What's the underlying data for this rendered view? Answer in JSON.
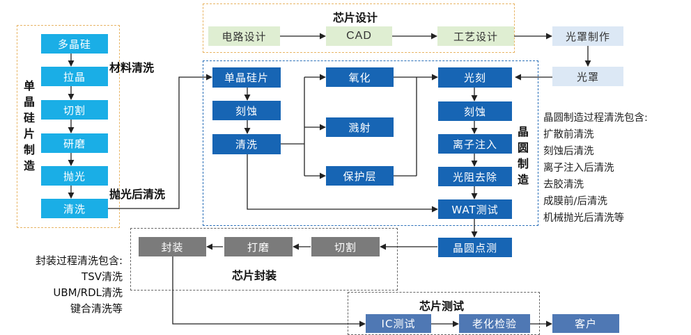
{
  "wafer_prep": {
    "vertical_label": "单晶硅片制造",
    "steps": [
      "多晶硅",
      "拉晶",
      "切割",
      "研磨",
      "抛光",
      "清洗"
    ],
    "material_clean_label": "材料清洗",
    "post_polish_clean_label": "抛光后清洗"
  },
  "chip_design": {
    "title": "芯片设计",
    "steps": [
      "电路设计",
      "CAD",
      "工艺设计"
    ],
    "mask_steps": [
      "光罩制作",
      "光罩"
    ]
  },
  "wafer_fab": {
    "vertical_label": "晶圆制造",
    "col1": [
      "单晶硅片",
      "刻蚀",
      "清洗"
    ],
    "col2": [
      "氧化",
      "溅射",
      "保护层"
    ],
    "col3": [
      "光刻",
      "刻蚀",
      "离子注入",
      "光阻去除",
      "WAT测试"
    ],
    "probe": "晶圆点测",
    "notes": [
      "晶圆制造过程清洗包含:",
      "扩散前清洗",
      "刻蚀后清洗",
      "离子注入后清洗",
      "去胶清洗",
      "成膜前/后清洗",
      "机械抛光后清洗等"
    ]
  },
  "packaging": {
    "title": "芯片封装",
    "steps": [
      "封装",
      "打磨",
      "切割"
    ],
    "notes": [
      "封装过程清洗包含:",
      "TSV清洗",
      "UBM/RDL清洗",
      "键合清洗等"
    ]
  },
  "testing": {
    "title": "芯片测试",
    "steps": [
      "IC测试",
      "老化检验",
      "客户"
    ]
  },
  "colors": {
    "cyan": "#1aaee6",
    "navy": "#1765b4",
    "green": "#dfeed2",
    "pale_blue": "#dce8f5",
    "grey": "#7b7b7b",
    "steel": "#4f78b4"
  }
}
